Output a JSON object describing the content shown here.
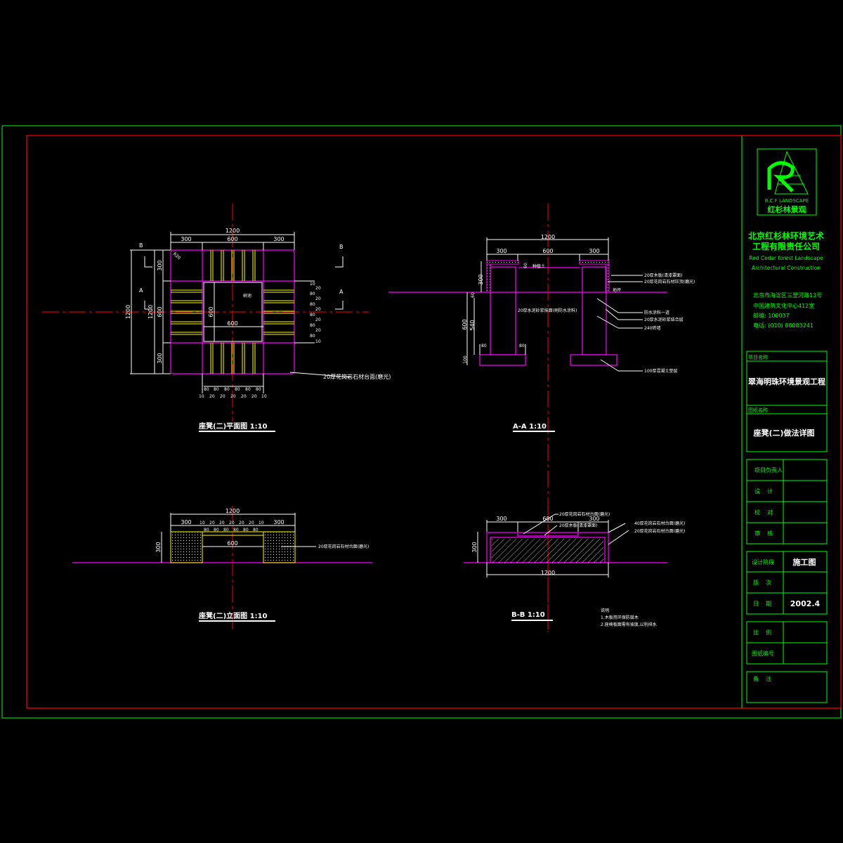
{
  "colors": {
    "frame": "#00ff00",
    "border": "#ff0000",
    "outline": "#ff00ff",
    "strip": "#ffff00",
    "text": "#ffffff"
  },
  "plan": {
    "title": "座凳(二)平面图    1:10",
    "dim_total": "1200",
    "dim_300a": "300",
    "dim_600": "600",
    "dim_300b": "300",
    "dim_left_total": "1200",
    "dim_left_total2": "1200",
    "dim_left_300a": "300",
    "dim_left_600": "600",
    "dim_left_300b": "300",
    "inner_600_v": "600",
    "inner_600_h": "600",
    "radius": "R20",
    "tree": "树池",
    "sec_b": "B",
    "sec_a": "A",
    "strip_widths": [
      "80",
      "80",
      "80",
      "80",
      "80",
      "80"
    ],
    "gap_widths": [
      "10",
      "20",
      "20",
      "20",
      "20",
      "20",
      "10"
    ],
    "note": "20厚花岗岩石材台面(磨光)"
  },
  "section_aa": {
    "title": "A-A    1:10",
    "dim_total": "1200",
    "dim_300a": "300",
    "dim_600": "600",
    "dim_300b": "300",
    "dim_300v": "300",
    "dim_60": "60",
    "dim_600v": "600",
    "dim_540": "540",
    "dim_100": "100",
    "dim_80a": "80",
    "dim_80b": "80",
    "dim_60b": "60",
    "soil": "种植土",
    "ground": "地坪",
    "inner_note": "20厚水泥砂浆抹面(刷防水涂料)",
    "notes": [
      "20厚木板(清漆罩面)",
      "20厚花岗岩石材压顶(磨光)",
      "防水涂料一道",
      "20厚水泥砂浆结合层",
      "240砖墙",
      "100厚混凝土垫层"
    ]
  },
  "elevation": {
    "title": "座凳(二)立面图    1:10",
    "dim_total": "1200",
    "dim_300a": "300",
    "dim_300b": "300",
    "dim_600": "600",
    "dim_300v": "300",
    "gaps": [
      "10",
      "20",
      "20",
      "20",
      "20",
      "20",
      "10"
    ],
    "strips": [
      "80",
      "80",
      "80",
      "80",
      "80",
      "80"
    ],
    "note": "20厚花岗岩石材台面(磨光)"
  },
  "section_bb": {
    "title": "B-B    1:10",
    "dim_300a": "300",
    "dim_600": "600",
    "dim_300b": "300",
    "dim_300v": "300",
    "dim_1200": "1200",
    "notes": [
      "20厚花岗岩石材台面(磨光)",
      "20厚木板(清漆罩面)",
      "40厚花岗岩石材台面(磨光)",
      "20厚花岗岩石材台面(磨光)"
    ]
  },
  "remarks": {
    "heading": "说明",
    "lines": [
      "1.木板用环保防腐木",
      "2.座椅板面需有坡度,以利排水"
    ]
  },
  "title_block": {
    "logo_en": "R.C.F LANDSCAPE",
    "logo_cn": "红杉林景观",
    "company_cn_1": "北京红杉林环境艺术",
    "company_cn_2": "工程有限责任公司",
    "company_en_1": "Red Cedar forest Landscape",
    "company_en_2": "Architectural Construction",
    "address_1": "北京市海淀区三里河路13号",
    "address_2": "中国建筑文化中心412室",
    "postcode": "邮编: 100037",
    "phone": "电话: (010) 88083241",
    "project_label": "项目名称",
    "project_name": "翠海明珠环境景观工程",
    "drawing_label": "图纸名称",
    "drawing_name": "座凳(二)做法详图",
    "roles": [
      "项目负责人",
      "设    计",
      "校    对",
      "审    核"
    ],
    "stage_label": "设计阶段",
    "stage_value": "施工图",
    "version_label": "版    次",
    "date_label": "日    期",
    "date_value": "2002.4",
    "scale_label": "比    例",
    "number_label": "图纸编号",
    "remark_label": "备    注"
  }
}
